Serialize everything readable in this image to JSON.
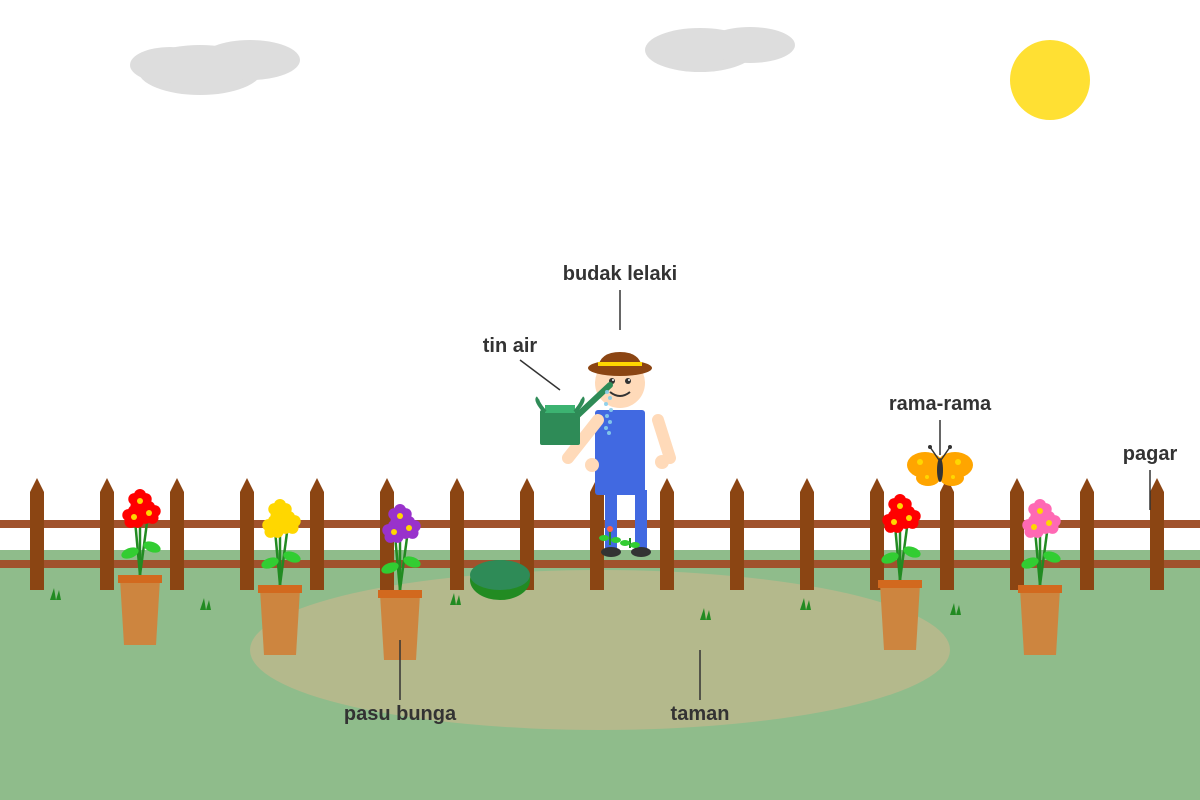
{
  "labels": {
    "boy": "budak lelaki",
    "watering_can": "tin air",
    "butterfly": "rama-rama",
    "fence": "pagar",
    "flower_pot": "pasu bunga",
    "garden": "taman"
  },
  "colors": {
    "sky": "#ffffff",
    "ground": "#8fbc8b",
    "garden_path": "#b4b98c",
    "sun": "#ffe033",
    "cloud": "#dddddd",
    "fence": "#8b4513",
    "fence_rail": "#a0522d",
    "pot": "#cd853f",
    "pot_rim": "#d2691e",
    "boy_overalls": "#4169e1",
    "boy_skin": "#ffdab9",
    "hat": "#8b4513",
    "hat_band": "#ffd700",
    "watering_can": "#2e8b57",
    "water": "#87ceeb",
    "butterfly": "#ffa500",
    "bush": "#228b22",
    "label_text": "#333333"
  },
  "flowers": [
    {
      "color": "#ff0000"
    },
    {
      "color": "#ffd700"
    },
    {
      "color": "#9932cc"
    },
    {
      "color": "#ff0000"
    },
    {
      "color": "#ff69b4"
    }
  ]
}
